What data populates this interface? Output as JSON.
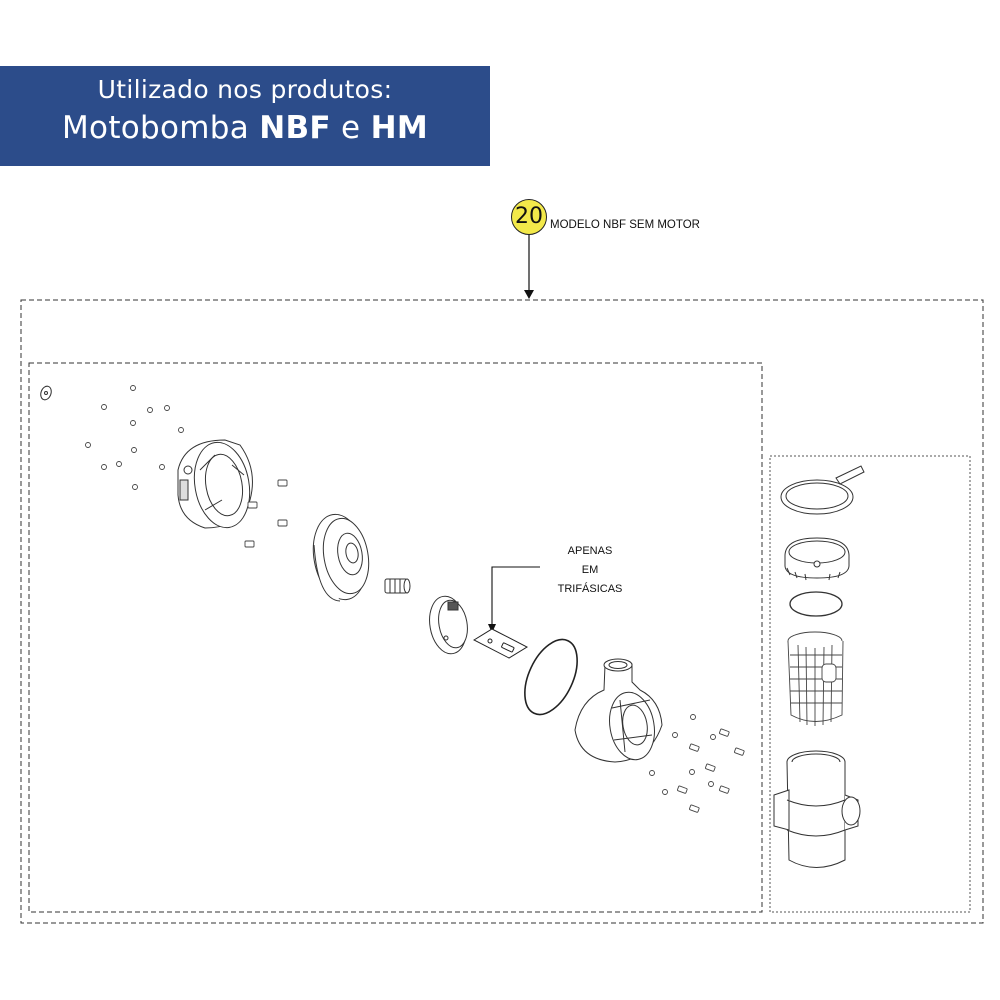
{
  "banner": {
    "line1": "Utilizado nos produtos:",
    "line2_prefix": "Motobomba ",
    "line2_bold1": "NBF",
    "line2_mid": " e ",
    "line2_bold2": "HM"
  },
  "callout": {
    "number": "20",
    "label": "MODELO NBF SEM MOTOR"
  },
  "note": {
    "line1": "APENAS",
    "line2": "EM",
    "line3": "TRIFÁSICAS"
  },
  "colors": {
    "banner_bg": "#2c4c8a",
    "callout_bg": "#f3e94a"
  }
}
